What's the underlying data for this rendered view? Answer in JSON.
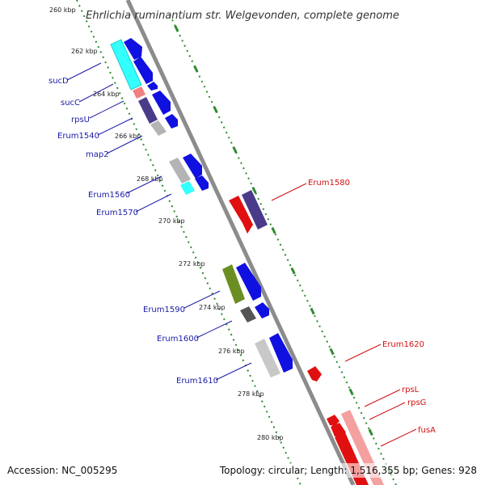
{
  "title": "Ehrlichia ruminantium str. Welgevonden, complete genome",
  "accession": "Accession: NC_005295",
  "summary": "Topology: circular; Length: 1,516,355 bp; Genes: 928",
  "ruler_labels": [
    "260 kbp",
    "262 kbp",
    "264 kbp",
    "266 kbp",
    "268 kbp",
    "270 kbp",
    "272 kbp",
    "274 kbp",
    "276 kbp",
    "278 kbp",
    "280 kbp"
  ],
  "left_gene_labels": [
    "sucD",
    "sucC",
    "rpsU",
    "Erum1540",
    "map2",
    "Erum1560",
    "Erum1570",
    "Erum1590",
    "Erum1600",
    "Erum1610"
  ],
  "right_gene_labels": [
    "Erum1580",
    "Erum1620",
    "rpsL",
    "rpsG",
    "fusA"
  ],
  "colors": {
    "backbone": "#8c8c8c",
    "ruler": "#2e8b2e",
    "label_blue": "#1a1aa6",
    "label_red": "#d01010",
    "forward_arrow": "#1010e0",
    "reverse_arrow": "#e01010",
    "cyan": "#33ffff",
    "purple": "#4a3a8a",
    "olive": "#6b8e23",
    "grey": "#b4b4b4",
    "dark_grey": "#555555",
    "pink": "#f08080"
  }
}
